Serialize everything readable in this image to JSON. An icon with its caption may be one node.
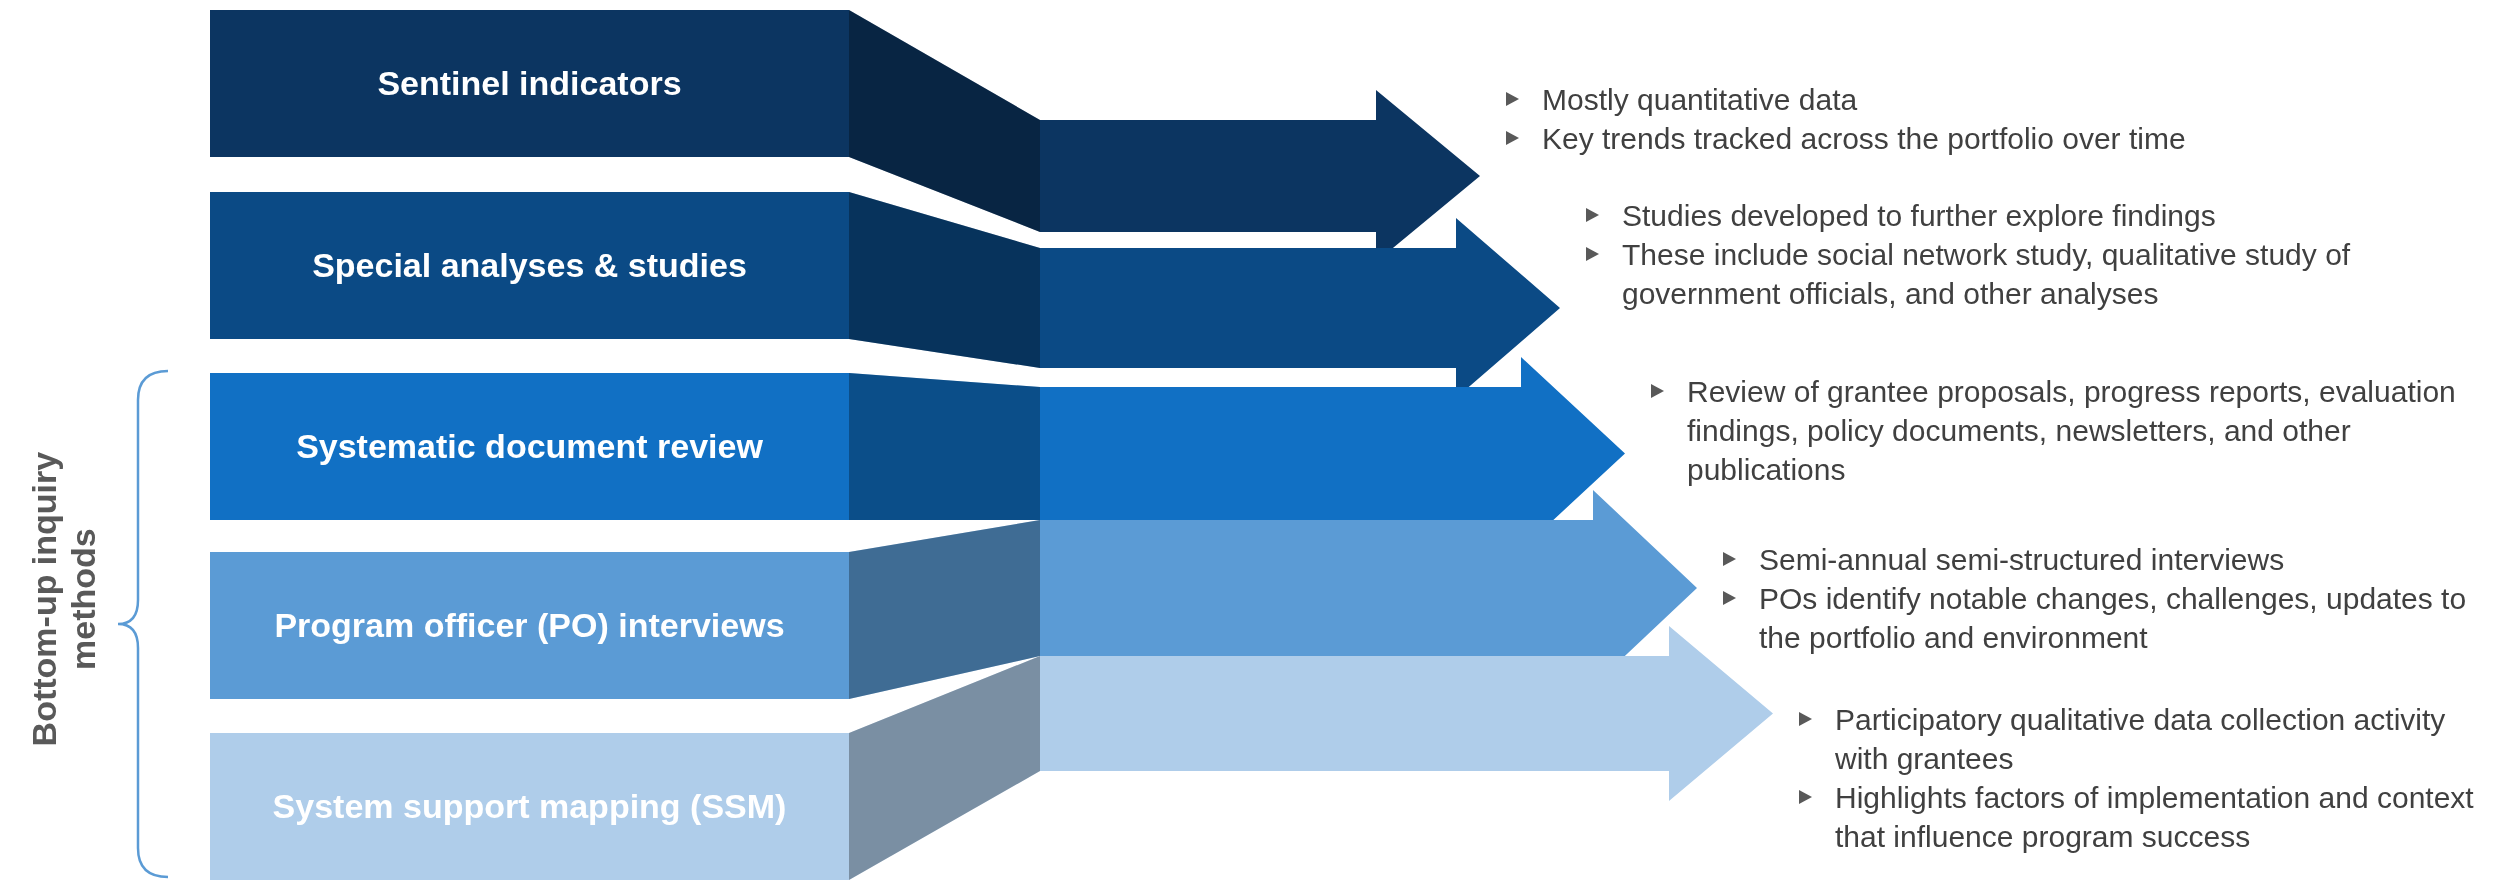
{
  "diagram": {
    "nodes": [
      {
        "text": [
          "Sentinel indicators"
        ]
      },
      {
        "text": [
          "Special analyses & studies"
        ]
      },
      {
        "text": [
          "Systematic document review"
        ]
      },
      {
        "text": [
          "Program officer (PO) interviews"
        ]
      },
      {
        "text": [
          "System support mapping (SSM)"
        ]
      },
      {
        "text": [
          "Mostly quantitative data",
          "Key trends tracked across the portfolio over time"
        ]
      },
      {
        "text": [
          "Studies developed to further explore findings",
          "These include social network study, qualitative study of government officials, and other analyses"
        ]
      },
      {
        "text": [
          "Review of grantee proposals, progress reports, evaluation findings, policy documents, newsletters, and other publications"
        ]
      },
      {
        "text": [
          "Semi-annual semi-structured interviews",
          "POs identify notable changes, challenges, updates to the portfolio and environment"
        ]
      },
      {
        "text": [
          "Participatory qualitative data collection activity with grantees",
          "Highlights factors of implementation and context that influence program success"
        ]
      }
    ],
    "edges": [
      {
        "from": 0,
        "to": 5,
        "arrow": "to",
        "color": "#0c3561"
      },
      {
        "from": 1,
        "to": 6,
        "arrow": "to",
        "color": "#0b4a85"
      },
      {
        "from": 2,
        "to": 7,
        "arrow": "to",
        "color": "#1170c4"
      },
      {
        "from": 3,
        "to": 8,
        "arrow": "to",
        "color": "#5b9bd5"
      },
      {
        "from": 4,
        "to": 9,
        "arrow": "to",
        "color": "#afcdea"
      }
    ],
    "labels": [
      "Bottom-up inquiry methods"
    ]
  }
}
